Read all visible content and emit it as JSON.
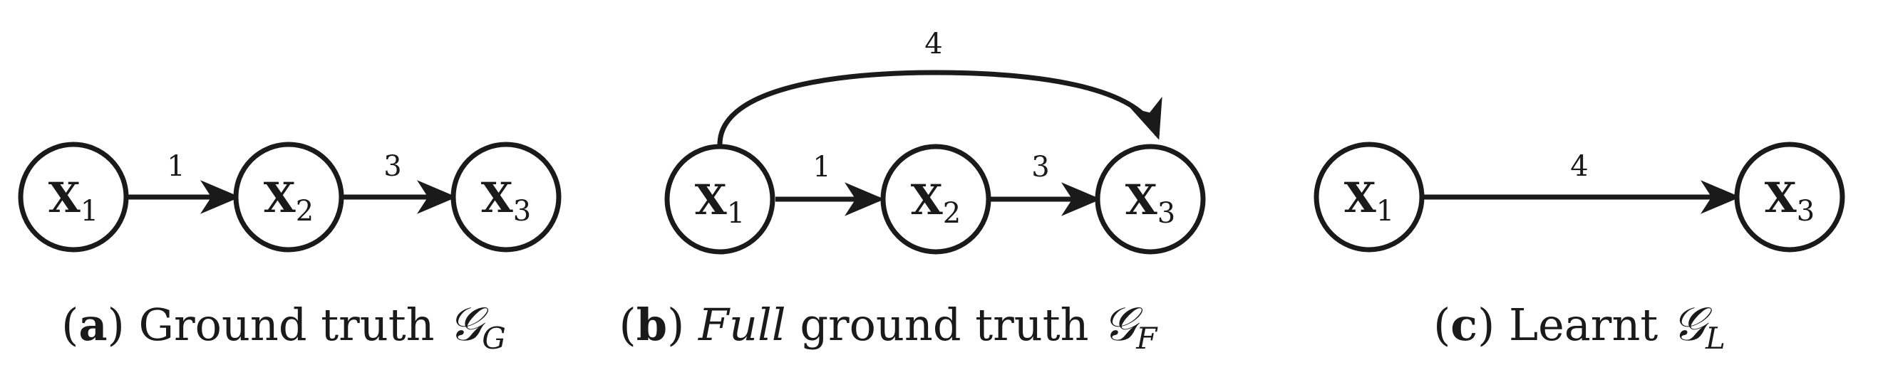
{
  "colors": {
    "stroke": "#1a1a1a",
    "background": "#ffffff"
  },
  "panels": [
    {
      "id": "a",
      "caption": {
        "letter": "a",
        "prefix_italic": "",
        "text": " Ground truth ",
        "graph_symbol": "𝒢",
        "graph_sub": "G"
      },
      "nodes": [
        {
          "id": "a-x1",
          "var": "X",
          "sub": "1"
        },
        {
          "id": "a-x2",
          "var": "X",
          "sub": "2"
        },
        {
          "id": "a-x3",
          "var": "X",
          "sub": "3"
        }
      ],
      "edges": [
        {
          "from": "X1",
          "to": "X2",
          "label": "1"
        },
        {
          "from": "X2",
          "to": "X3",
          "label": "3"
        }
      ]
    },
    {
      "id": "b",
      "caption": {
        "letter": "b",
        "prefix_italic": "Full",
        "text": " ground truth ",
        "graph_symbol": "𝒢",
        "graph_sub": "F"
      },
      "nodes": [
        {
          "id": "b-x1",
          "var": "X",
          "sub": "1"
        },
        {
          "id": "b-x2",
          "var": "X",
          "sub": "2"
        },
        {
          "id": "b-x3",
          "var": "X",
          "sub": "3"
        }
      ],
      "edges": [
        {
          "from": "X1",
          "to": "X2",
          "label": "1"
        },
        {
          "from": "X2",
          "to": "X3",
          "label": "3"
        },
        {
          "from": "X1",
          "to": "X3",
          "label": "4"
        }
      ]
    },
    {
      "id": "c",
      "caption": {
        "letter": "c",
        "prefix_italic": "",
        "text": " Learnt ",
        "graph_symbol": "𝒢",
        "graph_sub": "L"
      },
      "nodes": [
        {
          "id": "c-x1",
          "var": "X",
          "sub": "1"
        },
        {
          "id": "c-x3",
          "var": "X",
          "sub": "3"
        }
      ],
      "edges": [
        {
          "from": "X1",
          "to": "X3",
          "label": "4"
        }
      ]
    }
  ]
}
